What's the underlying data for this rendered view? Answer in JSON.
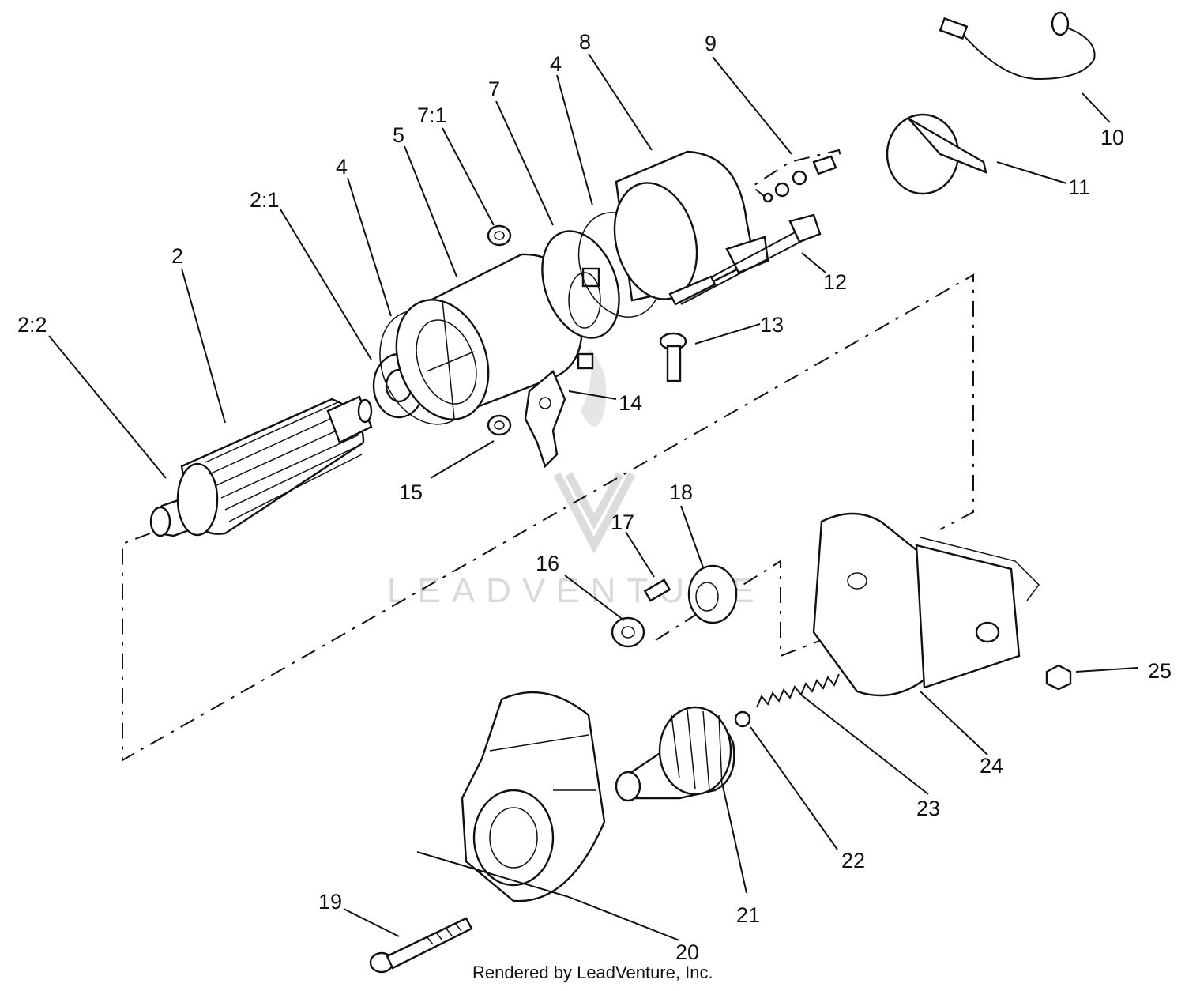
{
  "watermark": {
    "text": "LEADVENTURE"
  },
  "credit": "Rendered by LeadVenture, Inc.",
  "callouts": [
    {
      "id": "2:2",
      "label": "2:2"
    },
    {
      "id": "2",
      "label": "2"
    },
    {
      "id": "2:1",
      "label": "2:1"
    },
    {
      "id": "4a",
      "label": "4"
    },
    {
      "id": "5",
      "label": "5"
    },
    {
      "id": "7:1",
      "label": "7:1"
    },
    {
      "id": "7",
      "label": "7"
    },
    {
      "id": "4b",
      "label": "4"
    },
    {
      "id": "8",
      "label": "8"
    },
    {
      "id": "9",
      "label": "9"
    },
    {
      "id": "10",
      "label": "10"
    },
    {
      "id": "11",
      "label": "11"
    },
    {
      "id": "12",
      "label": "12"
    },
    {
      "id": "13",
      "label": "13"
    },
    {
      "id": "14",
      "label": "14"
    },
    {
      "id": "15",
      "label": "15"
    },
    {
      "id": "16",
      "label": "16"
    },
    {
      "id": "17",
      "label": "17"
    },
    {
      "id": "18",
      "label": "18"
    },
    {
      "id": "19",
      "label": "19"
    },
    {
      "id": "20",
      "label": "20"
    },
    {
      "id": "21",
      "label": "21"
    },
    {
      "id": "22",
      "label": "22"
    },
    {
      "id": "23",
      "label": "23"
    },
    {
      "id": "24",
      "label": "24"
    },
    {
      "id": "25",
      "label": "25"
    }
  ]
}
